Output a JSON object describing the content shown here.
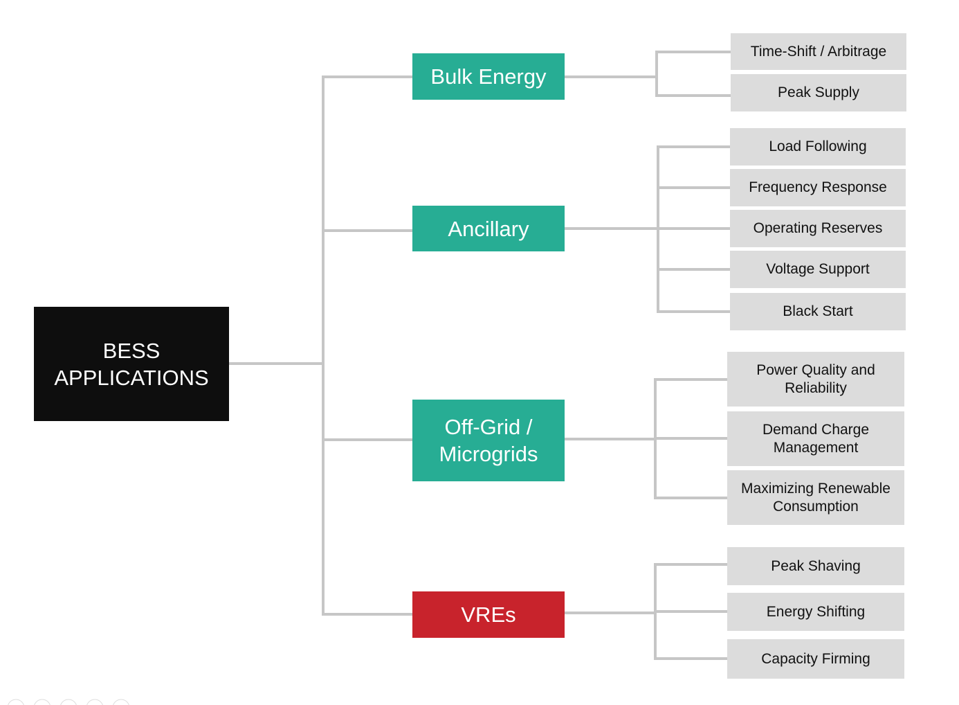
{
  "colors": {
    "root": "#0e0e0e",
    "category": "#27ad94",
    "category_highlight": "#c8232c",
    "leaf": "#dcdcdc",
    "line": "#c6c6c6"
  },
  "root": {
    "label": "BESS\nAPPLICATIONS"
  },
  "categories": [
    {
      "label": "Bulk Energy",
      "color": "#27ad94",
      "items": [
        "Time-Shift / Arbitrage",
        "Peak Supply"
      ]
    },
    {
      "label": "Ancillary",
      "color": "#27ad94",
      "items": [
        "Load Following",
        "Frequency Response",
        "Operating Reserves",
        "Voltage Support",
        "Black Start"
      ]
    },
    {
      "label": "Off-Grid /\nMicrogrids",
      "color": "#27ad94",
      "items": [
        "Power Quality and\nReliability",
        "Demand Charge\nManagement",
        "Maximizing Renewable\nConsumption"
      ]
    },
    {
      "label": "VREs",
      "color": "#c8232c",
      "items": [
        "Peak Shaving",
        "Energy Shifting",
        "Capacity Firming"
      ]
    }
  ]
}
